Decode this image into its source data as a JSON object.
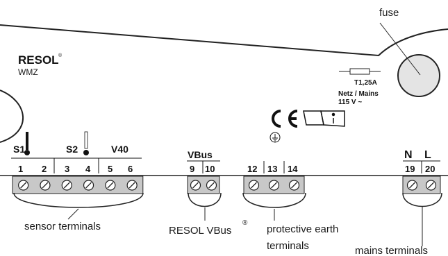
{
  "brand": {
    "name": "RESOL",
    "reg": "®",
    "model": "WMZ"
  },
  "fuse": {
    "rating": "T1,25A",
    "voltage_label": "Netz / Mains",
    "voltage": "115 V ~"
  },
  "groups": {
    "sensors": {
      "headers": [
        "S1",
        "S2",
        "V40"
      ],
      "numbers": [
        "1",
        "2",
        "3",
        "4",
        "5",
        "6"
      ]
    },
    "vbus": {
      "header": "VBus",
      "numbers": [
        "9",
        "10"
      ]
    },
    "earth": {
      "numbers": [
        "12",
        "13",
        "14"
      ]
    },
    "mains": {
      "headers": [
        "N",
        "L"
      ],
      "numbers": [
        "19",
        "20"
      ]
    }
  },
  "callouts": {
    "fuse": "fuse",
    "sensor": "sensor terminals",
    "vbus": "RESOL VBus",
    "vbus_reg": "®",
    "earth_line1": "protective earth",
    "earth_line2": "terminals",
    "mains": "mains terminals"
  },
  "icons": [
    "ce-mark-icon",
    "manual-icon",
    "protective-earth-icon",
    "temperature-sensor-icon",
    "fuse-symbol-icon",
    "screw-terminal-icon"
  ]
}
